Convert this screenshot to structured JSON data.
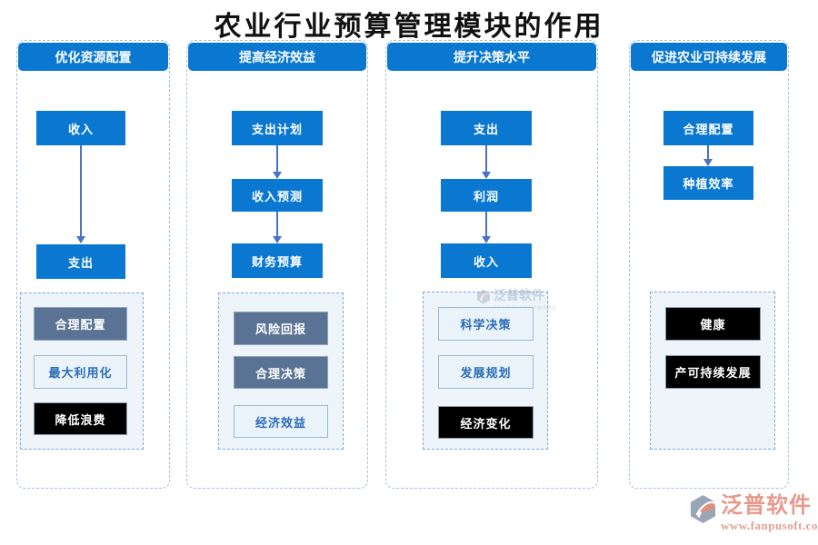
{
  "title": "农业行业预算管理模块的作用",
  "columns": [
    {
      "header": "优化资源配置",
      "flow": [
        "收入",
        "支出"
      ],
      "tags": [
        {
          "label": "合理配置",
          "variant": "slate"
        },
        {
          "label": "最大利用化",
          "variant": "light"
        },
        {
          "label": "降低浪费",
          "variant": "black"
        }
      ]
    },
    {
      "header": "提高经济效益",
      "flow": [
        "支出计划",
        "收入预测",
        "财务预算"
      ],
      "tags": [
        {
          "label": "风险回报",
          "variant": "slate"
        },
        {
          "label": "合理决策",
          "variant": "slate"
        },
        {
          "label": "经济效益",
          "variant": "light"
        }
      ]
    },
    {
      "header": "提升决策水平",
      "flow": [
        "支出",
        "利润",
        "收入"
      ],
      "tags": [
        {
          "label": "科学决策",
          "variant": "light"
        },
        {
          "label": "发展规划",
          "variant": "light"
        },
        {
          "label": "经济变化",
          "variant": "black"
        }
      ]
    },
    {
      "header": "促进农业可持续发展",
      "flow": [
        "合理配置",
        "种植效率"
      ],
      "tags": [
        {
          "label": "健康",
          "variant": "black"
        },
        {
          "label": "产可持续发展",
          "variant": "black"
        }
      ]
    }
  ],
  "watermark": {
    "brand": "泛普软件",
    "subbrand": "FANPU SOFTWARE"
  },
  "footer": {
    "brand": "泛普软件",
    "url": "www.fanpusoft.com"
  },
  "colors": {
    "primary_blue": "#0a78d1",
    "slate_box": "#5a7394",
    "light_box_bg": "#eaf3fa",
    "light_box_text": "#2b6cb5",
    "black_box": "#000000",
    "arrow": "#4a72c8",
    "dashed_border": "#a9bfd8",
    "sub_panel_bg": "#edf5fb",
    "brand_salmon": "#e8998b"
  }
}
